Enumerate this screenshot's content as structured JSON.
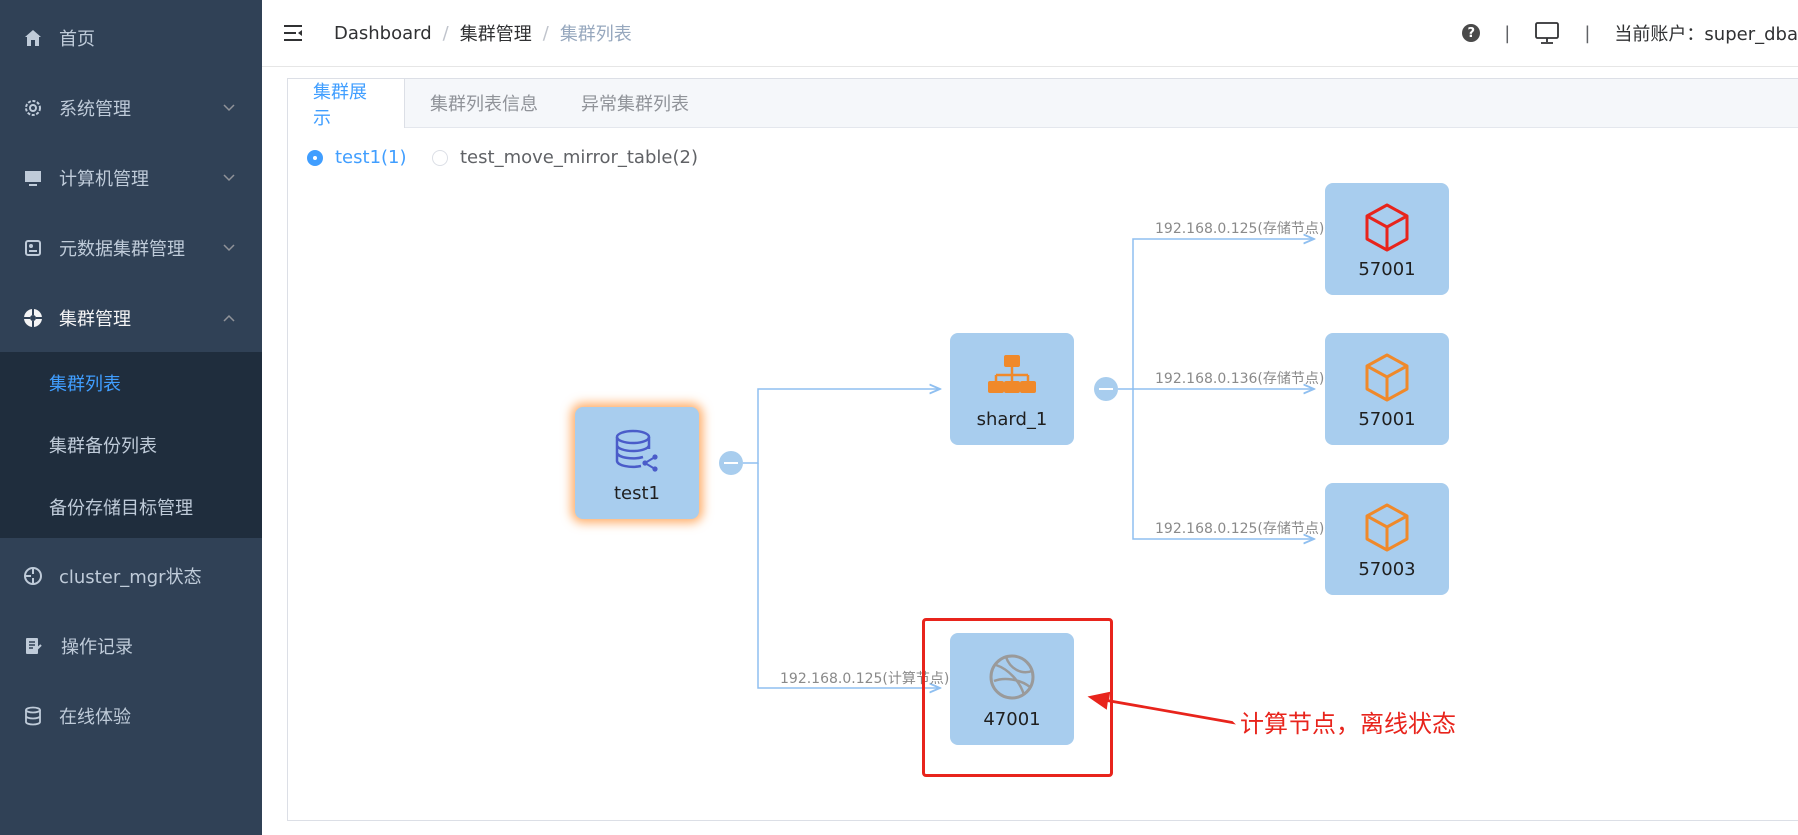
{
  "sidebar": {
    "items": [
      {
        "label": "首页",
        "icon": "home-icon"
      },
      {
        "label": "系统管理",
        "icon": "gear-icon"
      },
      {
        "label": "计算机管理",
        "icon": "monitor-icon"
      },
      {
        "label": "元数据集群管理",
        "icon": "metadata-icon"
      },
      {
        "label": "集群管理",
        "icon": "cluster-icon"
      },
      {
        "label": "cluster_mgr状态",
        "icon": "crosshair-icon"
      },
      {
        "label": "操作记录",
        "icon": "log-icon"
      },
      {
        "label": "在线体验",
        "icon": "database-icon"
      }
    ],
    "submenu": [
      {
        "label": "集群列表"
      },
      {
        "label": "集群备份列表"
      },
      {
        "label": "备份存储目标管理"
      }
    ]
  },
  "header": {
    "breadcrumb": [
      "Dashboard",
      "集群管理",
      "集群列表"
    ],
    "separator": "/",
    "divider": "|",
    "account": "当前账户：super_dba",
    "help": "?"
  },
  "tabs": [
    "集群展示",
    "集群列表信息",
    "异常集群列表"
  ],
  "clusters": [
    {
      "label": "test1(1)",
      "checked": true
    },
    {
      "label": "test_move_mirror_table(2)",
      "checked": false
    }
  ],
  "topology": {
    "root": {
      "label": "test1",
      "icon": "database-share-icon"
    },
    "shard": {
      "label": "shard_1",
      "icon": "sitemap-icon"
    },
    "storage_nodes": [
      {
        "label": "57001",
        "edge_label": "192.168.0.125(存储节点)",
        "color": "#e8241c",
        "icon": "cube-icon"
      },
      {
        "label": "57001",
        "edge_label": "192.168.0.136(存储节点)",
        "color": "#f0892a",
        "icon": "cube-icon"
      },
      {
        "label": "57003",
        "edge_label": "192.168.0.125(存储节点)",
        "color": "#f0892a",
        "icon": "cube-icon"
      }
    ],
    "compute_node": {
      "label": "47001",
      "edge_label": "192.168.0.125(计算节点)",
      "icon": "globe-icon",
      "color": "#9a9a9a"
    }
  },
  "annotation": {
    "text": "计算节点，离线状态",
    "color": "#e8241c"
  },
  "colors": {
    "sidebar_bg": "#304156",
    "submenu_bg": "#1f2d3d",
    "accent": "#409eff",
    "node_bg": "#a8cdee",
    "edge": "#8fbff0"
  }
}
